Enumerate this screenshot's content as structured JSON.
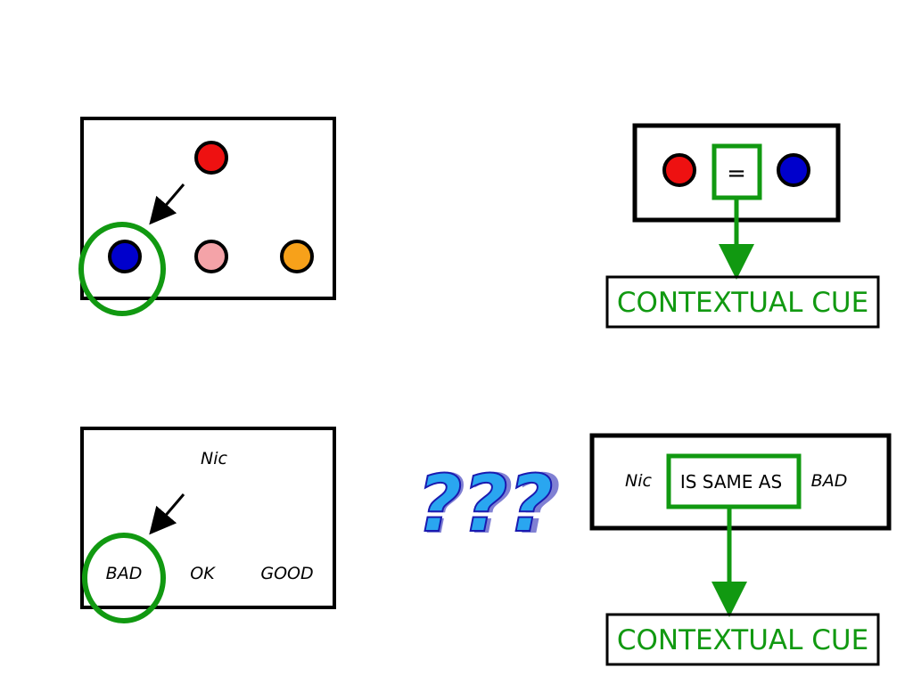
{
  "colors": {
    "green": "#119911",
    "red": "#ee1111",
    "blue": "#0000cc",
    "pink": "#f4a3a8",
    "orange": "#f7a11a",
    "black": "#000000",
    "question_fill": "#2aa6f0",
    "question_shadow": "#1a1ab0"
  },
  "top_left_panel": {
    "dots": [
      "red",
      "blue",
      "pink",
      "orange"
    ],
    "selected_dot": "blue"
  },
  "bottom_left_panel": {
    "prompt": "Nic",
    "options": [
      "BAD",
      "OK",
      "GOOD"
    ],
    "selected_option": "BAD"
  },
  "top_right_panel": {
    "relation_symbol": "=",
    "cue_label": "CONTEXTUAL CUE"
  },
  "middle_glyph": {
    "text": "???"
  },
  "bottom_right_panel": {
    "left_word": "Nic",
    "relation_text": "IS SAME AS",
    "right_word": "BAD",
    "cue_label": "CONTEXTUAL CUE"
  }
}
